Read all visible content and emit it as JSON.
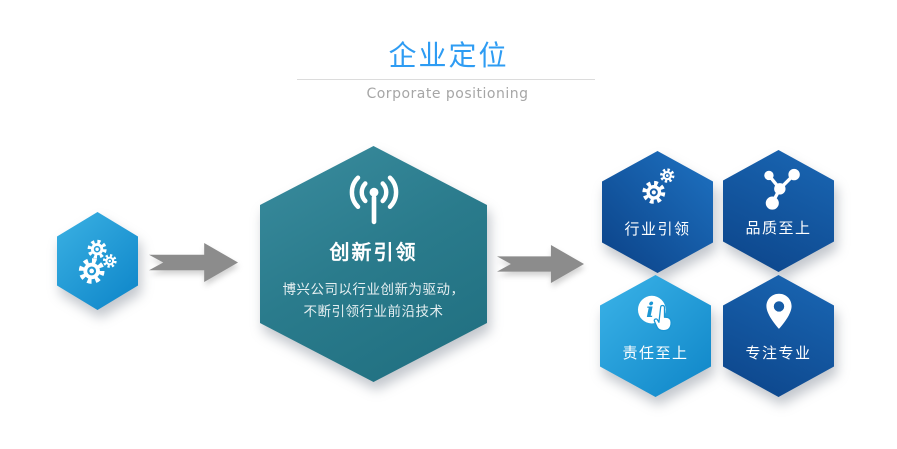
{
  "header": {
    "title": "企业定位",
    "subtitle": "Corporate positioning"
  },
  "colors": {
    "title_blue": "#2E9CF3",
    "center_teal": "#2B7D8E",
    "dark_blue": "#10529E",
    "light_blue": "#1A9BD8",
    "arrow_gray": "#8C8C8C",
    "text_white": "#FFFFFF"
  },
  "source_hex": {
    "icon": "gears-icon"
  },
  "center_hex": {
    "icon": "broadcast-antenna-icon",
    "title": "创新引领",
    "desc_line1": "博兴公司以行业创新为驱动，",
    "desc_line2": "不断引领行业前沿技术"
  },
  "value_hexes": [
    {
      "label": "行业引领",
      "icon": "gears-icon"
    },
    {
      "label": "品质至上",
      "icon": "share-nodes-icon"
    },
    {
      "label": "责任至上",
      "icon": "info-hand-icon"
    },
    {
      "label": "专注专业",
      "icon": "location-pin-icon"
    }
  ]
}
